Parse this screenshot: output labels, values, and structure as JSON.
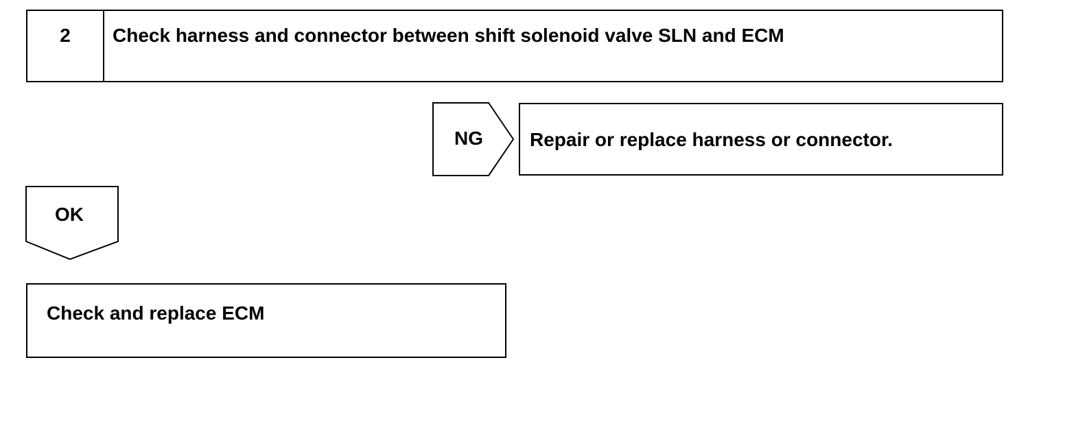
{
  "step": {
    "number": "2",
    "title": "Check harness and connector between shift solenoid valve SLN and ECM"
  },
  "ng_branch": {
    "label": "NG",
    "action": "Repair or replace harness or connector."
  },
  "ok_branch": {
    "label": "OK",
    "action": "Check and replace ECM"
  }
}
